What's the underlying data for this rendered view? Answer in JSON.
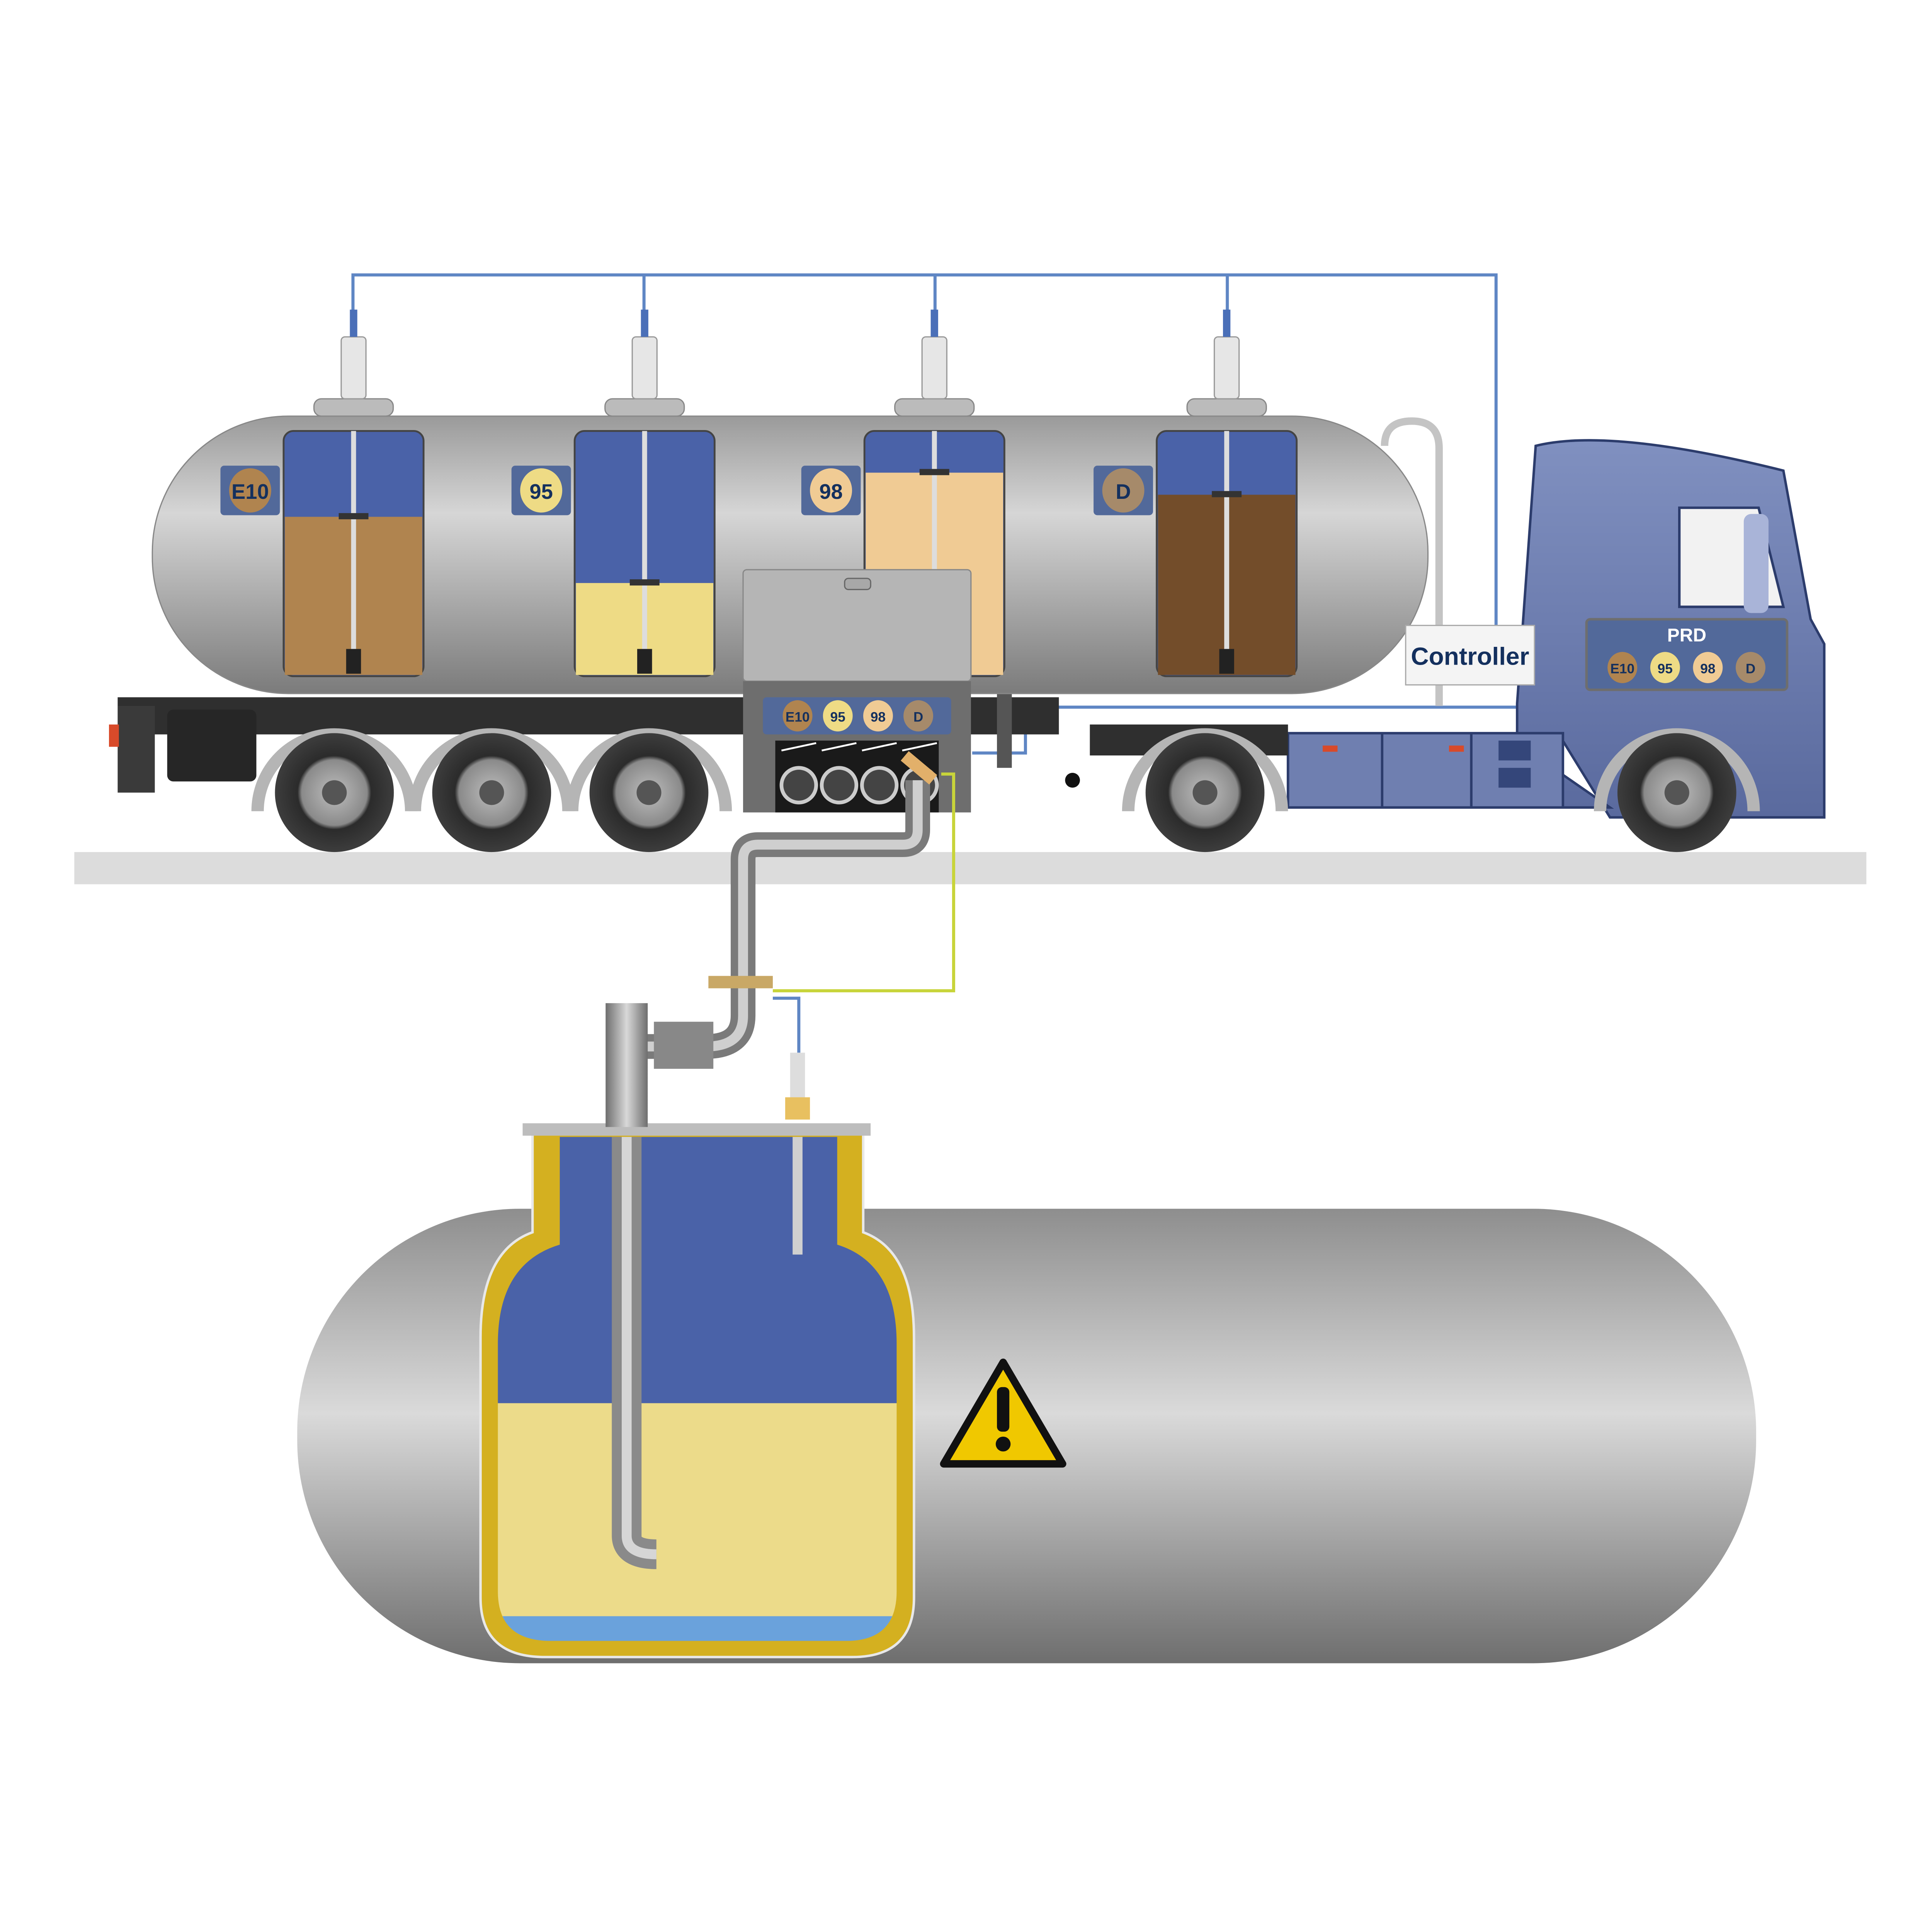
{
  "controller": {
    "label": "Controller"
  },
  "cab_panel": {
    "title": "PRD",
    "badges": [
      "E10",
      "95",
      "98",
      "D"
    ]
  },
  "valve_box": {
    "badges": [
      "E10",
      "95",
      "98",
      "D"
    ]
  },
  "compartments": [
    {
      "label": "E10",
      "fill_fraction": 0.65,
      "color": "#b0844f"
    },
    {
      "label": "95",
      "fill_fraction": 0.38,
      "color": "#eedb85"
    },
    {
      "label": "98",
      "fill_fraction": 0.83,
      "color": "#f0cb94"
    },
    {
      "label": "D",
      "fill_fraction": 0.74,
      "color": "#734d2a"
    }
  ],
  "badge_colors": {
    "E10": "#b0844f",
    "95": "#eedb85",
    "98": "#f0cb94",
    "D": "#a68a6a"
  },
  "colors": {
    "text": "#14305e",
    "panel": "#52699a",
    "vapor": "#4a62a8",
    "underground_fuel": "#ecdb8a",
    "water": "#6aa2dc",
    "cab": "#6f7fb0"
  },
  "icons": {
    "warning": "warning-triangle-icon"
  }
}
